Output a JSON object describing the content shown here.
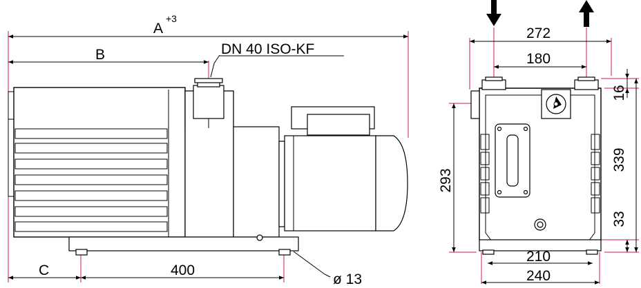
{
  "labels": {
    "overall_length": "A",
    "overall_length_tol": "+3",
    "flange_offset": "B",
    "flange_spec": "DN 40 ISO-KF",
    "foot_offset": "C",
    "foot_length": "400",
    "hole_diameter": "ø 13",
    "width_outer": "272",
    "width_ports": "180",
    "port_height": "16",
    "total_height": "339",
    "center_height": "293",
    "foot_height": "33",
    "foot_span_inner": "210",
    "foot_span_outer": "240"
  },
  "icons": {
    "inlet": "arrow-down-icon",
    "outlet": "arrow-up-icon"
  },
  "colors": {
    "line": "#000000",
    "extension": "#d4145a"
  }
}
